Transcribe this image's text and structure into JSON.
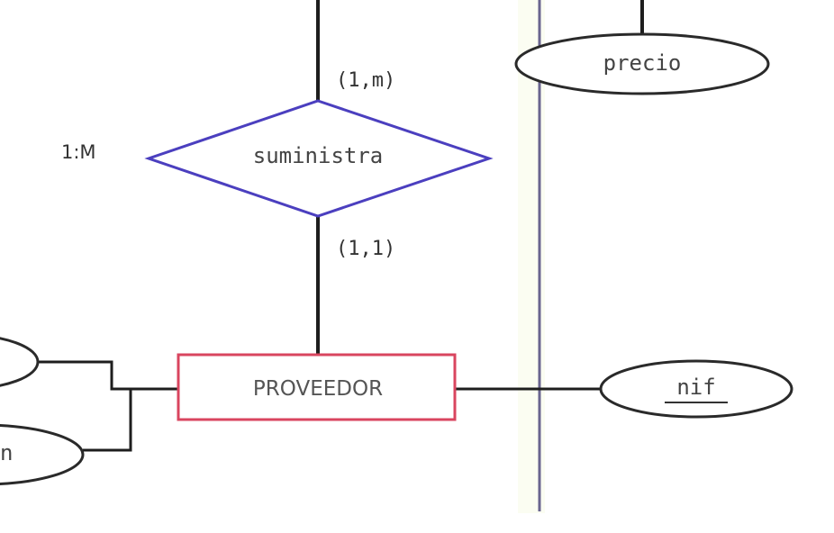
{
  "diagram": {
    "relationship": {
      "name": "suministra",
      "cardinality_ratio": "1:M"
    },
    "cardinalities": {
      "top": "(1,m)",
      "bottom": "(1,1)"
    },
    "entity": {
      "name": "PROVEEDOR"
    },
    "attributes": {
      "precio": "precio",
      "nif": "nif",
      "partial_bottom_left": "n"
    },
    "colors": {
      "line": "#1e1e1e",
      "relationship_border": "#4b3fbf",
      "entity_border": "#d9455f",
      "divider": "#6a6590",
      "ellipse_border": "#2a2a2a"
    }
  }
}
